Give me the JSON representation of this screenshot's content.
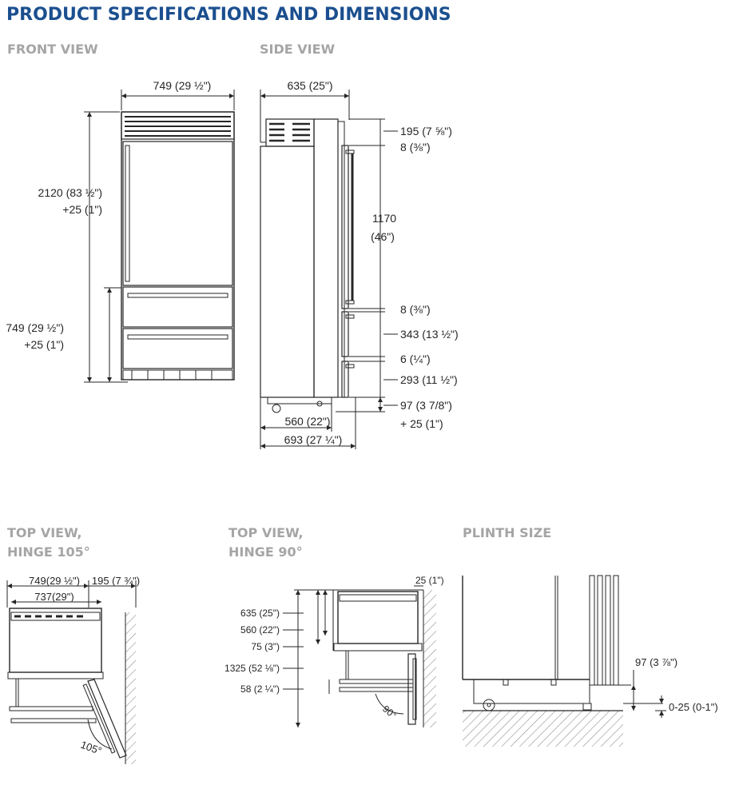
{
  "title": "PRODUCT SPECIFICATIONS AND DIMENSIONS",
  "colors": {
    "title": "#1b4f8f",
    "heading": "#a5a5a5",
    "line": "#262626",
    "hatch": "#8f8f8f"
  },
  "front_view": {
    "heading": "FRONT VIEW",
    "width": "749 (29 ½\")",
    "height": "2120 (83 ½\")",
    "height_adjust": "+25 (1\")",
    "drawer_height": "749 (29 ½\")",
    "drawer_adjust": "+25 (1\")"
  },
  "side_view": {
    "heading": "SIDE VIEW",
    "depth_top": "635 (25\")",
    "top_grille": "195 (7 ⅝\")",
    "gap_1": "8 (⅜\")",
    "door_height_value": "1170",
    "door_height_inch": "(46\")",
    "gap_2": "8 (⅜\")",
    "drawer_1": "343 (13 ½\")",
    "gap_3": "6 (¼\")",
    "drawer_2": "293 (11 ½\")",
    "plinth": "97 (3 7/8\")",
    "plinth_adjust": "+ 25 (1\")",
    "depth_cabinet": "560 (22\")",
    "depth_total": "693 (27 ¼\")"
  },
  "top_view_105": {
    "heading_1": "TOP VIEW,",
    "heading_2": "HINGE 105°",
    "outer_width": "749(29 ½\")",
    "clearance": "195 (7 ¾\")",
    "inner_width": "737(29\")",
    "angle": "105°"
  },
  "top_view_90": {
    "heading_1": "TOP VIEW,",
    "heading_2": "HINGE 90°",
    "wall_gap": "25 (1\")",
    "depth_1": "635 (25\")",
    "depth_2": "560 (22\")",
    "depth_3": "75 (3\")",
    "total": "1325 (52 ⅛\")",
    "door": "58 (2 ¼\")",
    "angle": "90°"
  },
  "plinth_size": {
    "heading": "PLINTH SIZE",
    "height": "97 (3 ⅞\")",
    "adjust": "0-25 (0-1\")"
  }
}
